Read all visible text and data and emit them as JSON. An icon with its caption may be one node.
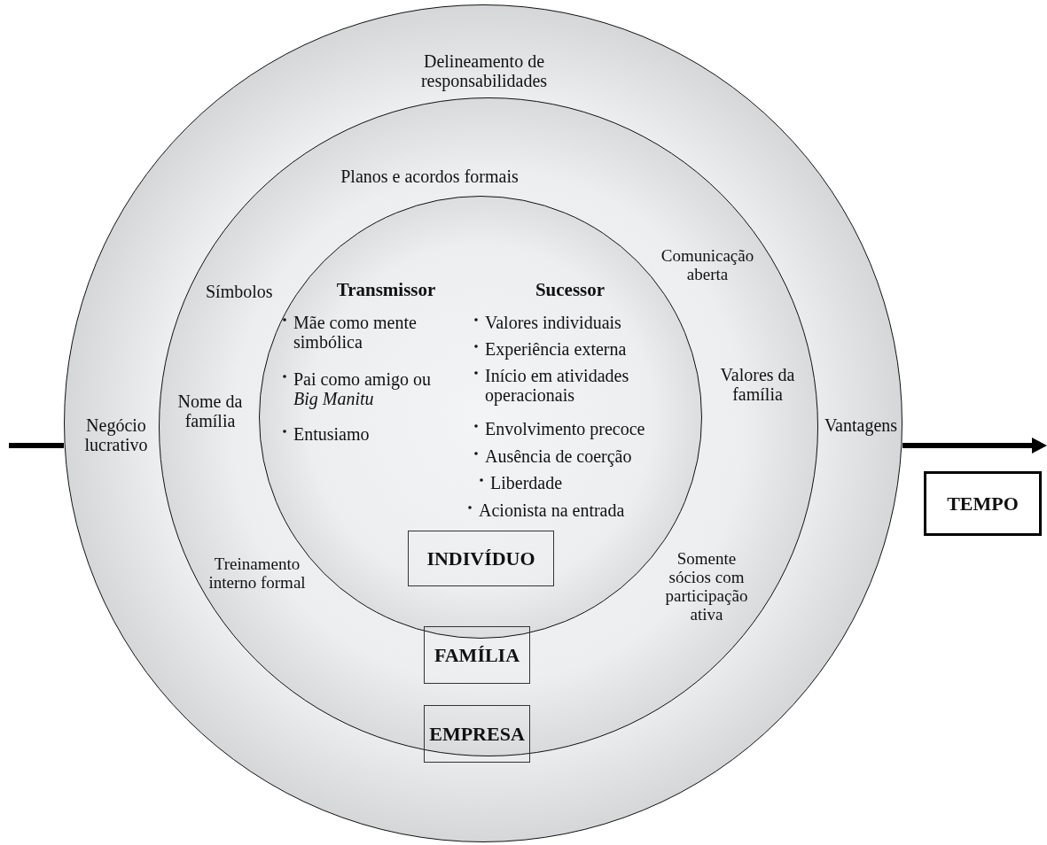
{
  "diagram": {
    "nodes": [
      {
        "text": [
          "Delineamento de responsabilidades",
          "Negócio lucrativo",
          "Vantagens"
        ]
      },
      {
        "text": [
          "Planos e acordos formais",
          "Comunicação aberta",
          "Símbolos",
          "Nome da família",
          "Valores da família",
          "Treinamento interno formal",
          "Somente sócios com participação ativa"
        ],
        "in": 0
      },
      {
        "text": [
          "Transmissor",
          "Sucessor",
          "Mãe como mente simbólica",
          "Pai como amigo ou *Big Manitu*",
          "Entusiamo",
          "Valores individuais",
          "Experiência externa",
          "Início em atividades operacionais",
          "Envolvimento precoce",
          "Ausência de coerção",
          "Liberdade",
          "Acionista na entrada"
        ],
        "in": 1
      },
      {
        "text": [
          "INDIVÍDUO"
        ],
        "in": 2
      },
      {
        "text": [
          "FAMÍLIA"
        ],
        "in": 1
      },
      {
        "text": [
          "EMPRESA"
        ],
        "in": 0
      },
      {
        "text": [
          "TEMPO"
        ]
      }
    ]
  }
}
